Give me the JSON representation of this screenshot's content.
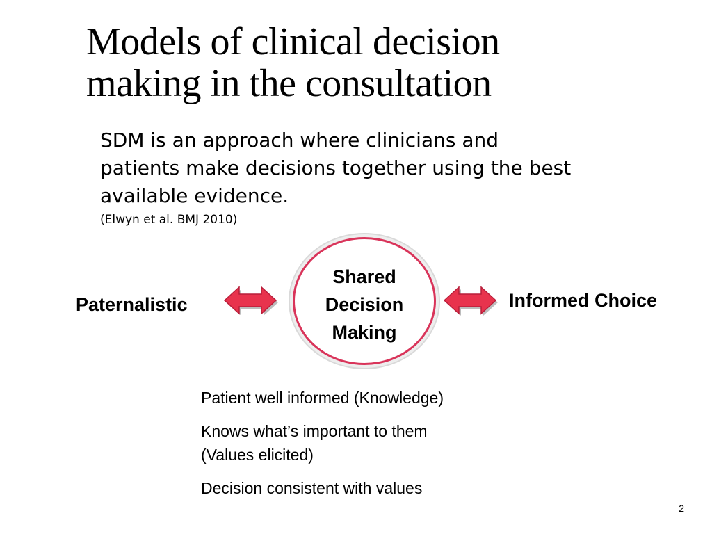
{
  "slide": {
    "title_lines": [
      "Models of clinical decision",
      "making in the consultation"
    ],
    "definition_lines": [
      "SDM is an approach where clinicians and",
      "patients make decisions together using the best",
      "available evidence."
    ],
    "citation": "(Elwyn et al. BMJ 2010)",
    "diagram": {
      "left_label": "Paternalistic",
      "center_lines": [
        "Shared",
        "Decision",
        "Making"
      ],
      "right_label": "Informed Choice",
      "arrow_color": "#e8334d",
      "circle_border_color": "#d9345a"
    },
    "points": [
      {
        "lines": [
          "Patient well informed (Knowledge)"
        ]
      },
      {
        "lines": [
          "Knows what’s important to them",
          "(Values elicited)"
        ]
      },
      {
        "lines": [
          "Decision consistent with values"
        ]
      }
    ],
    "page_number": "2"
  }
}
